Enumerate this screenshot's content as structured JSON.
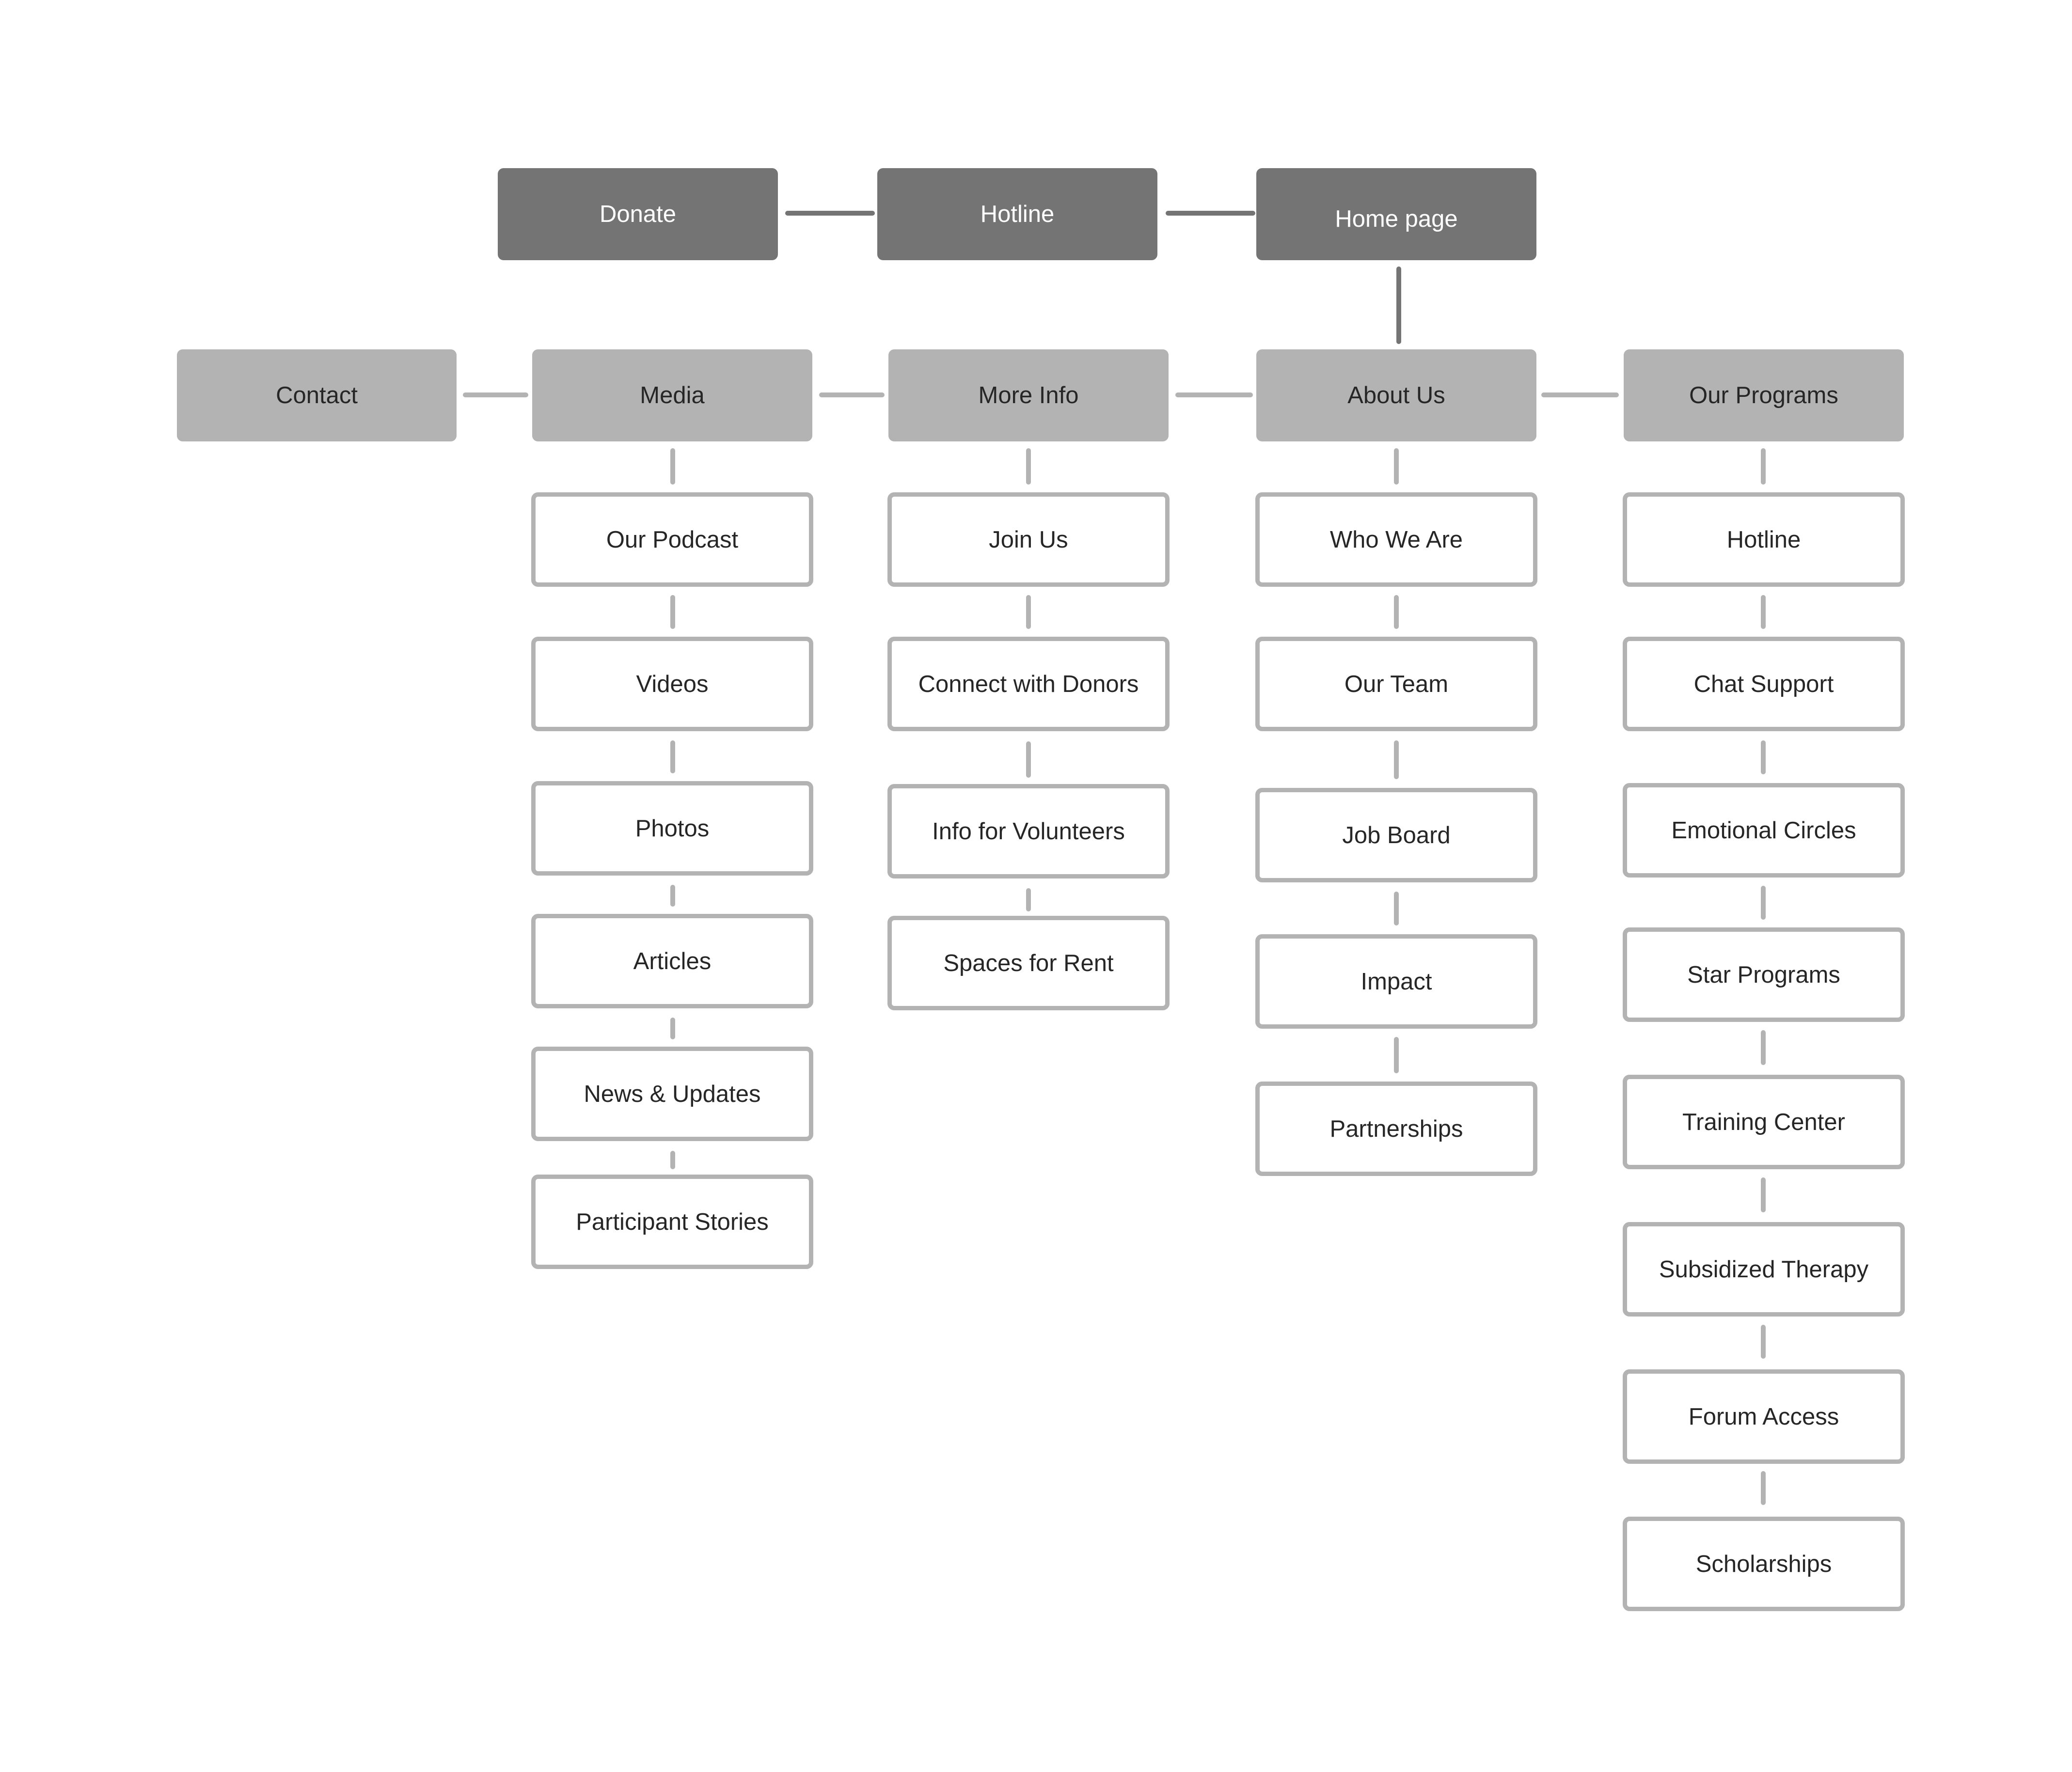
{
  "colors": {
    "top_fill": "#747474",
    "category_fill": "#b3b3b3",
    "page_border": "#b3b3b3",
    "text_dark": "#262626",
    "text_light": "#ffffff"
  },
  "top_nav": {
    "donate": "Donate",
    "hotline": "Hotline",
    "home": "Home page"
  },
  "categories": {
    "contact": "Contact",
    "media": "Media",
    "more_info": "More Info",
    "about_us": "About Us",
    "our_programs": "Our Programs"
  },
  "media_pages": [
    "Our Podcast",
    "Videos",
    "Photos",
    "Articles",
    "News & Updates",
    "Participant Stories"
  ],
  "more_info_pages": [
    "Join Us",
    "Connect with Donors",
    "Info for Volunteers",
    "Spaces for Rent"
  ],
  "about_us_pages": [
    "Who We Are",
    "Our Team",
    "Job Board",
    "Impact",
    "Partnerships"
  ],
  "our_programs_pages": [
    "Hotline",
    "Chat Support",
    "Emotional Circles",
    "Star Programs",
    "Training Center",
    "Subsidized Therapy",
    "Forum Access",
    "Scholarships"
  ]
}
